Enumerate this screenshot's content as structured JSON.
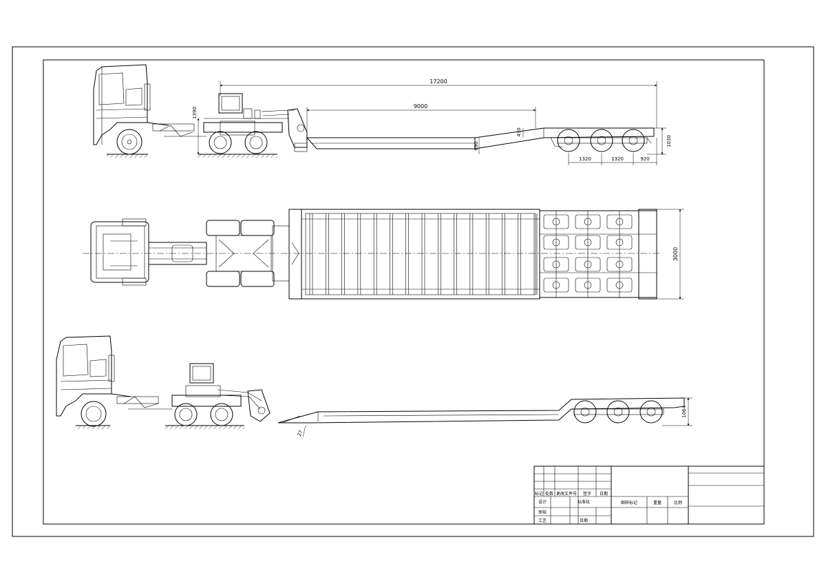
{
  "drawing": {
    "side_view_dims": {
      "overall_length": "17200",
      "deck_length": "9000",
      "gooseneck_height": "1390",
      "rear_step": "430",
      "deck_height": "690",
      "rear_deck_height": "1030",
      "axle_spacing_1": "1320",
      "axle_spacing_2": "1320",
      "rear_overhang": "920"
    },
    "top_view_dims": {
      "width": "3000"
    },
    "loading_view_dims": {
      "rear_height": "1064",
      "ramp_angle": "27"
    }
  },
  "title_block": {
    "labels": {
      "mark": "标记",
      "count": "处数",
      "change_doc": "更改文件号",
      "signature": "签字",
      "date": "日期",
      "design": "设计",
      "standardization": "标准化",
      "review": "审核",
      "process": "工艺",
      "approve_date": "日期",
      "stage_mark": "图样标记",
      "weight": "重量",
      "scale": "比例"
    }
  }
}
